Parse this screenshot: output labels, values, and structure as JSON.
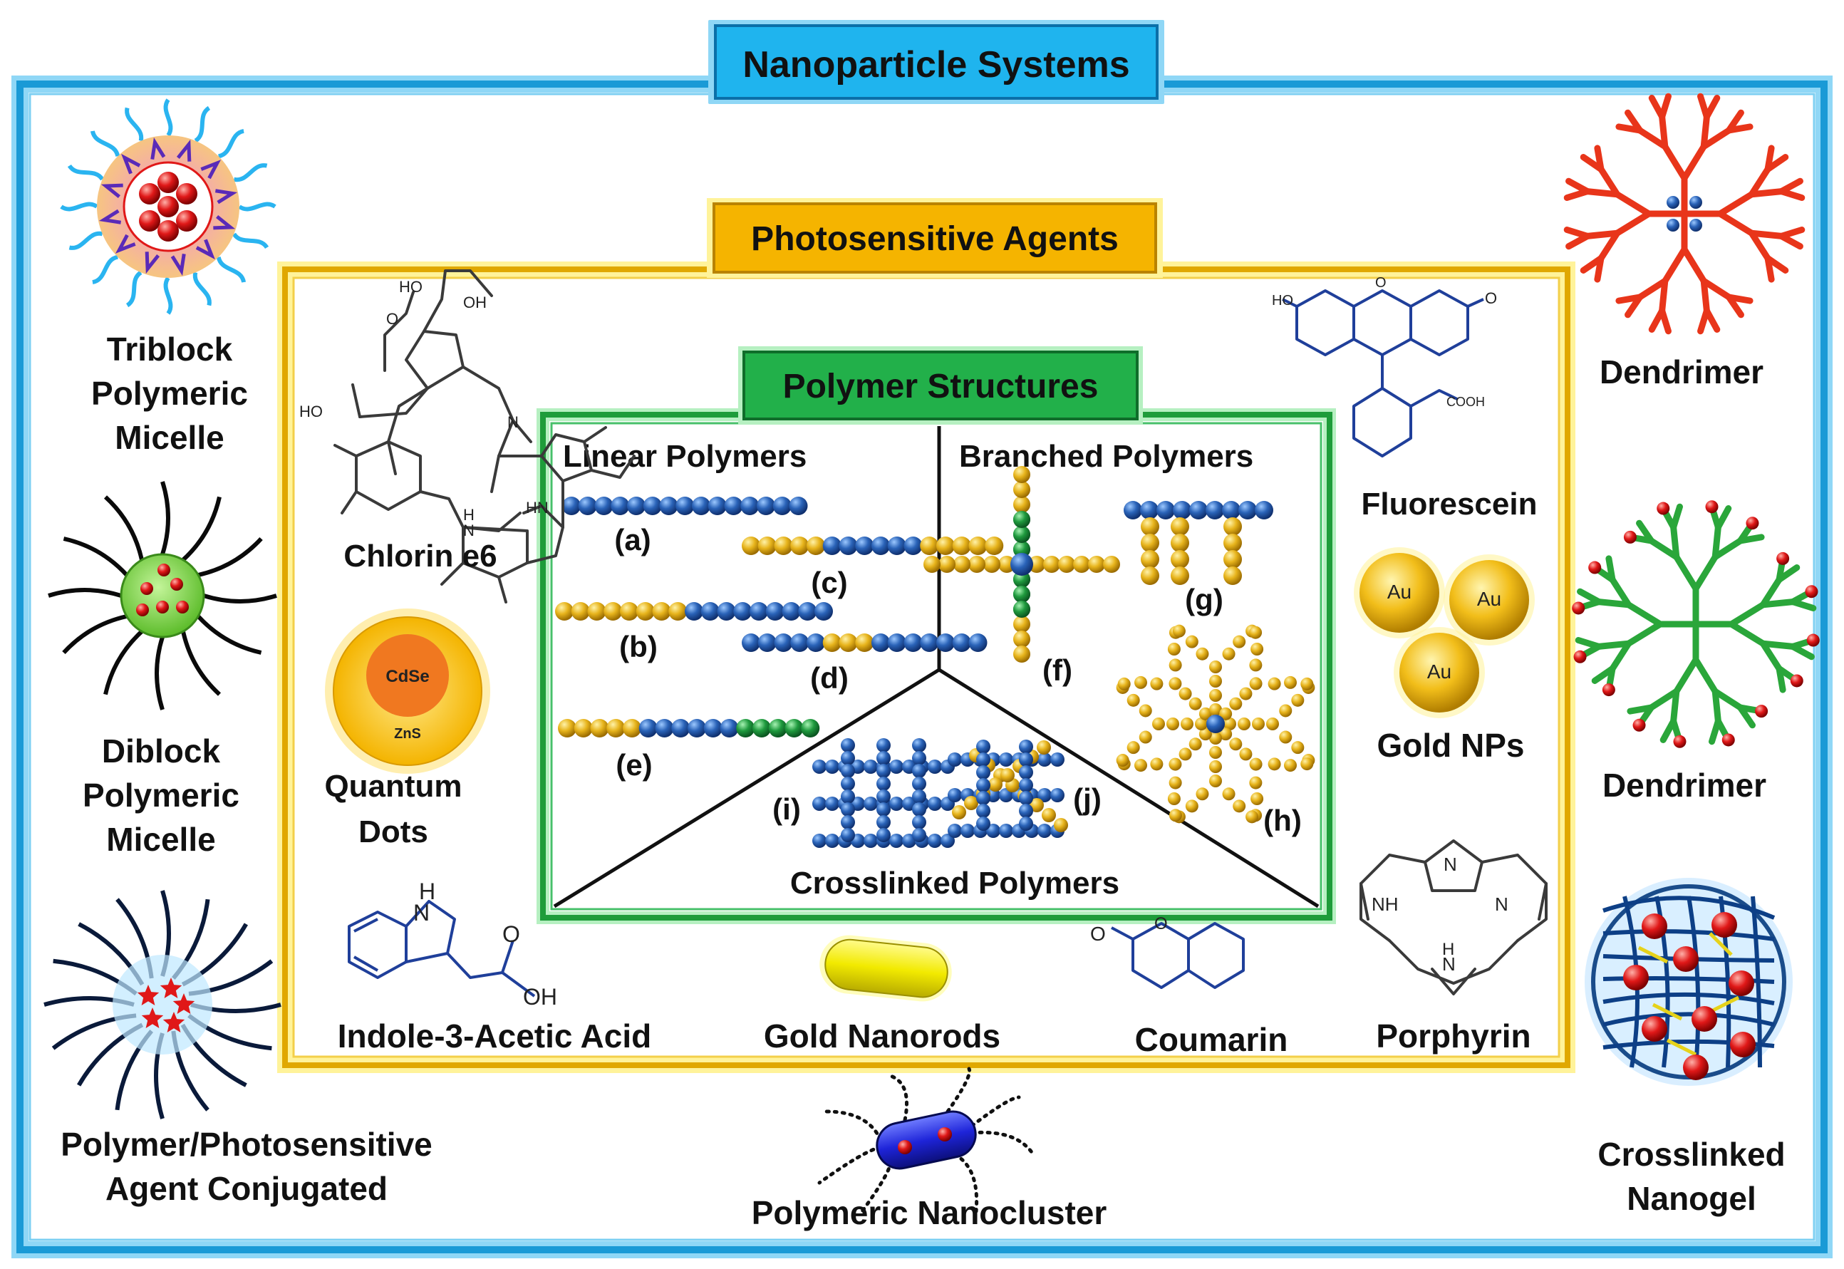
{
  "titles": {
    "nanoparticle_systems": "Nanoparticle Systems",
    "photosensitive_agents": "Photosensitive Agents",
    "polymer_structures": "Polymer Structures"
  },
  "nanoparticles": {
    "triblock": [
      "Triblock",
      "Polymeric",
      "Micelle"
    ],
    "diblock": [
      "Diblock",
      "Polymeric",
      "Micelle"
    ],
    "conjugated": [
      "Polymer/Photosensitive",
      "Agent Conjugated"
    ],
    "nanocluster": "Polymeric Nanocluster",
    "dendrimer_1": "Dendrimer",
    "dendrimer_2": "Dendrimer",
    "nanogel": [
      "Crosslinked",
      "Nanogel"
    ]
  },
  "agents": {
    "chlorin": "Chlorin e6",
    "quantum_dots": [
      "Quantum",
      "Dots"
    ],
    "qd_core": "CdSe",
    "qd_shell": "ZnS",
    "indole": "Indole-3-Acetic Acid",
    "gold_nanorods": "Gold Nanorods",
    "coumarin": "Coumarin",
    "porphyrin": "Porphyrin",
    "fluorescein": "Fluorescein",
    "gold_nps": "Gold NPs",
    "au": "Au"
  },
  "atoms": {
    "oh": "OH",
    "ho": "HO",
    "n": "N",
    "hn": "HN",
    "nh": "NH",
    "h": "H",
    "o": "O",
    "cooh": "COOH"
  },
  "polymers": {
    "linear": "Linear Polymers",
    "branched": "Branched Polymers",
    "crosslinked": "Crosslinked Polymers",
    "labels": {
      "a": "(a)",
      "b": "(b)",
      "c": "(c)",
      "d": "(d)",
      "e": "(e)",
      "f": "(f)",
      "g": "(g)",
      "h": "(h)",
      "i": "(i)",
      "j": "(j)"
    }
  },
  "colors": {
    "outer_frame": "#1a9ad6",
    "title_blue": "#1fb4ee",
    "gold_frame": "#e0a800",
    "title_gold": "#f5b400",
    "green_frame": "#1e9c3a",
    "title_green": "#22b04a",
    "bead_blue": "#2a63b8",
    "bead_gold": "#e7b41c",
    "bead_green": "#1f9a3e",
    "dendrimer_red": "#e8351a",
    "dendrimer_green": "#2aa63a"
  }
}
